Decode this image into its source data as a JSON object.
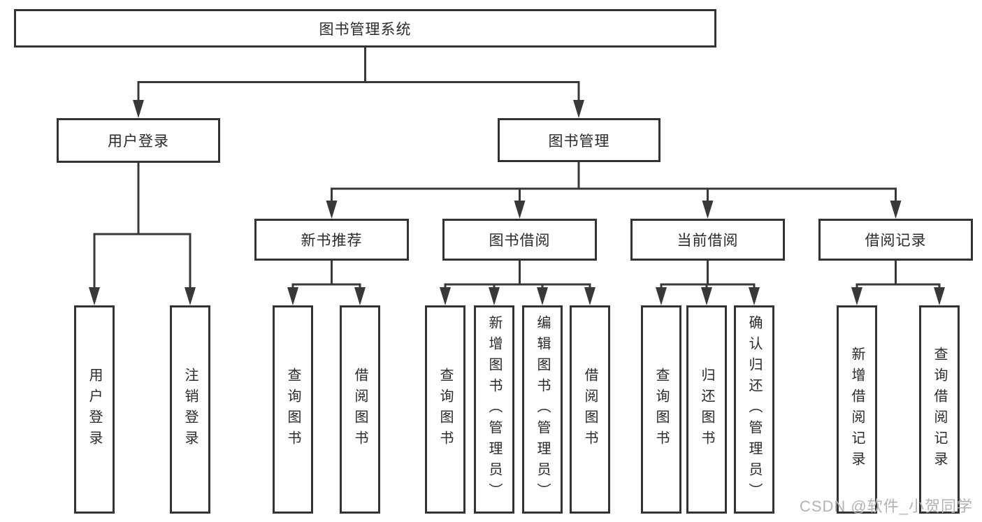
{
  "diagram": {
    "title": "图书管理系统",
    "colors": {
      "line": "#383838",
      "box_border": "#333333",
      "text": "#2a2a2a",
      "watermark": "#b3b3b3",
      "background": "#ffffff"
    },
    "root": {
      "label": "图书管理系统"
    },
    "branches": {
      "user_login": {
        "label": "用户登录",
        "children": [
          "用户登录",
          "注销登录"
        ]
      },
      "book_management": {
        "label": "图书管理"
      }
    },
    "modules": [
      {
        "label": "新书推荐",
        "children": [
          "查询图书",
          "借阅图书"
        ]
      },
      {
        "label": "图书借阅",
        "children": [
          "查询图书",
          "新增图书（管理员）",
          "编辑图书（管理员）",
          "借阅图书"
        ]
      },
      {
        "label": "当前借阅",
        "children": [
          "查询图书",
          "归还图书",
          "确认归还（管理员）"
        ]
      },
      {
        "label": "借阅记录",
        "children": [
          "新增借阅记录",
          "查询借阅记录"
        ]
      }
    ],
    "watermark": "CSDN @软件_小贺同学"
  }
}
